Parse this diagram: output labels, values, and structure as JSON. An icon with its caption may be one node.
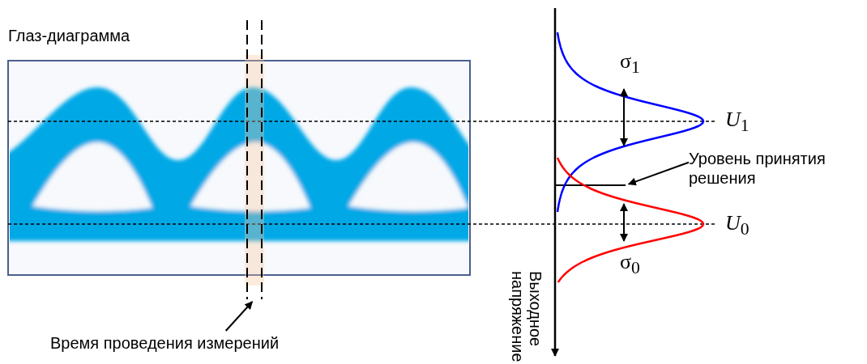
{
  "diagram": {
    "nodes": [
      {
        "text": [
          "Время проведения измерений"
        ]
      },
      {
        "text": [],
        "shape": "bar"
      },
      {
        "text": [
          "Уровень принятия решения"
        ]
      },
      {
        "text": [],
        "shape": "bar"
      }
    ],
    "edges": [
      {
        "from": 0,
        "to": 1,
        "arrow": "to"
      },
      {
        "from": 2,
        "to": 3,
        "arrow": "to"
      }
    ],
    "labels": [
      "Глаз-диаграмма",
      "σ$_{1}$",
      "*U*$_{1}$",
      "*U*$_{0}$",
      "σ$_{0}$",
      "Выходное напряжение"
    ]
  }
}
